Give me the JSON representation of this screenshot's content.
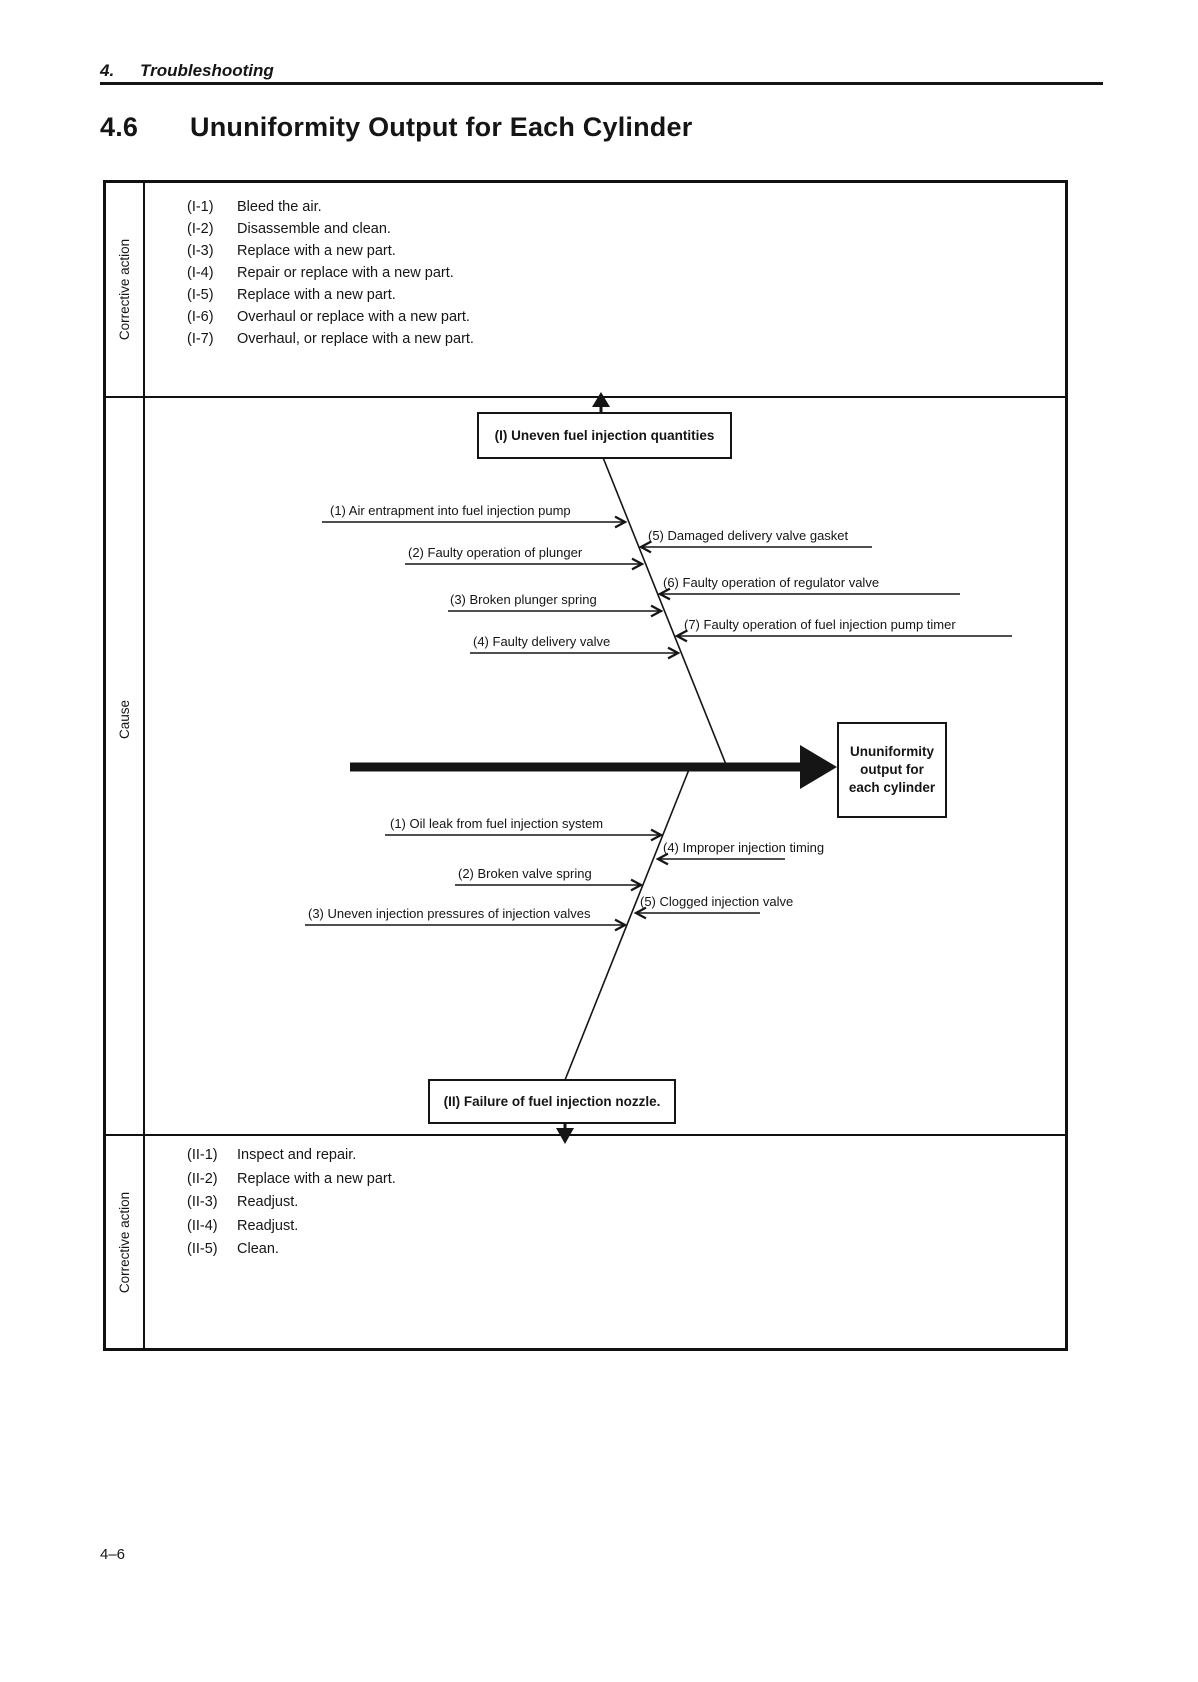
{
  "header": {
    "chapter": "4.",
    "chapter_title": "Troubleshooting"
  },
  "title": {
    "number": "4.6",
    "text": "Ununiformity Output for Each Cylinder"
  },
  "sections": {
    "top": {
      "sidebar": "Corrective action",
      "items": [
        {
          "id": "(I-1)",
          "text": "Bleed the air."
        },
        {
          "id": "(I-2)",
          "text": "Disassemble and clean."
        },
        {
          "id": "(I-3)",
          "text": "Replace with a new part."
        },
        {
          "id": "(I-4)",
          "text": "Repair or replace with a new part."
        },
        {
          "id": "(I-5)",
          "text": "Replace with a new part."
        },
        {
          "id": "(I-6)",
          "text": "Overhaul or replace with a new part."
        },
        {
          "id": "(I-7)",
          "text": "Overhaul, or replace with a new part."
        }
      ]
    },
    "cause": {
      "sidebar": "Cause"
    },
    "bottom": {
      "sidebar": "Corrective action",
      "items": [
        {
          "id": "(II-1)",
          "text": "Inspect and repair."
        },
        {
          "id": "(II-2)",
          "text": "Replace with a new part."
        },
        {
          "id": "(II-3)",
          "text": "Readjust."
        },
        {
          "id": "(II-4)",
          "text": "Readjust."
        },
        {
          "id": "(II-5)",
          "text": "Clean."
        }
      ]
    }
  },
  "fishbone": {
    "group1_label": "(I)  Uneven fuel injection quantities",
    "group2_label": "(II)  Failure of fuel injection nozzle.",
    "effect": {
      "line1": "Ununiformity",
      "line2": "output for",
      "line3": "each cylinder"
    },
    "upper": {
      "c1": "(1) Air entrapment into fuel injection pump",
      "c2": "(2) Faulty operation of plunger",
      "c3": "(3) Broken plunger spring",
      "c4": "(4) Faulty delivery valve",
      "c5": "(5) Damaged delivery valve gasket",
      "c6": "(6) Faulty operation of regulator valve",
      "c7": "(7) Faulty operation of fuel injection pump timer"
    },
    "lower": {
      "c1": "(1) Oil leak from fuel injection system",
      "c2": "(2) Broken valve spring",
      "c3": "(3) Uneven injection pressures of injection valves",
      "c4": "(4) Improper injection timing",
      "c5": "(5) Clogged injection valve"
    }
  },
  "footer": {
    "page_number": "4–6"
  }
}
